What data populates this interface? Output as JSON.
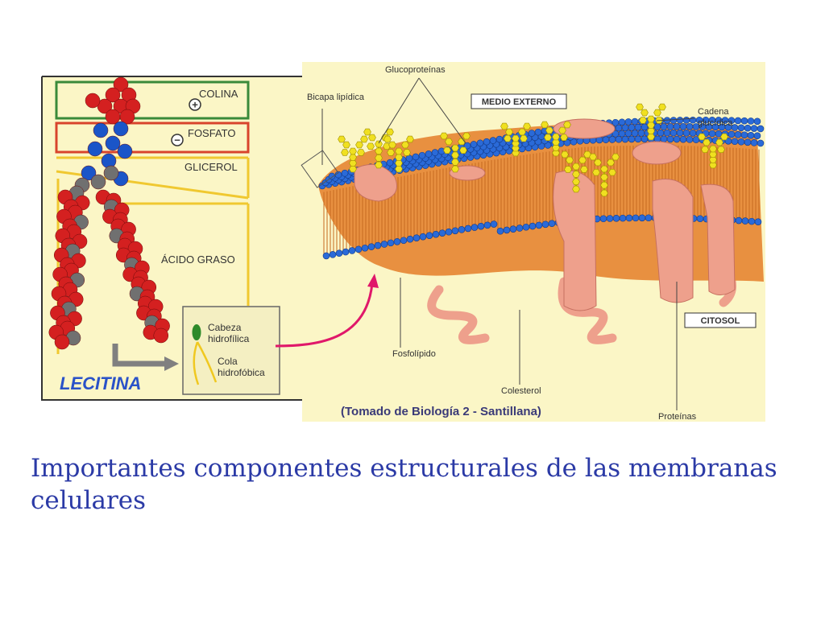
{
  "lecitina": {
    "title": "LECITINA",
    "labels": {
      "colina": "COLINA",
      "fosfato": "FOSFATO",
      "glicerol": "GLICEROL",
      "acido_graso": "ÁCIDO GRASO"
    },
    "charges": {
      "plus": "+",
      "minus": "−"
    },
    "legend": {
      "head_1": "Cabeza",
      "head_2": "hidrofílica",
      "tail_1": "Cola",
      "tail_2": "hidrofóbica"
    }
  },
  "membrane": {
    "labels": {
      "glucoproteinas": "Glucoproteínas",
      "bicapa": "Bicapa lipídica",
      "medio_externo": "MEDIO EXTERNO",
      "cadena_1": "Cadena",
      "cadena_2": "glucídica",
      "citosol": "CITOSOL",
      "fosfolipido": "Fosfolípido",
      "colesterol": "Colesterol",
      "proteinas": "Proteínas"
    },
    "source": "(Tomado de Biología 2 - Santillana)"
  },
  "caption": "Importantes componentes estructurales de las membranas celulares",
  "colors": {
    "panel_bg": "#fbf6c6",
    "colina_box": "#3a8a3a",
    "fosfato_box": "#d8442c",
    "glicerol_line": "#f0c830",
    "atom_red": "#d42020",
    "atom_blue": "#1a55c8",
    "atom_gray": "#707070",
    "head_blue": "#2a6ad8",
    "tail_orange": "#e89040",
    "protein_pink": "#eea08c",
    "sugar_yellow": "#f0e020",
    "arrow_pink": "#e0186a",
    "caption_blue": "#2b3aa6"
  }
}
